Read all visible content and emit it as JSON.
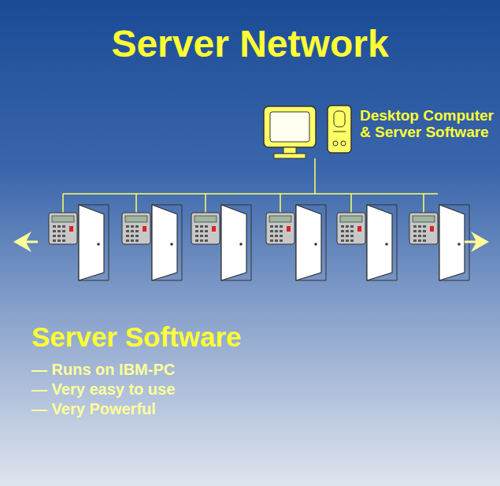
{
  "diagram": {
    "title": "Server Network",
    "labels": [
      "Desktop Computer & Server Software",
      "Server Software",
      "— Runs on IBM-PC",
      "— Very easy to use",
      "— Very Powerful"
    ]
  }
}
